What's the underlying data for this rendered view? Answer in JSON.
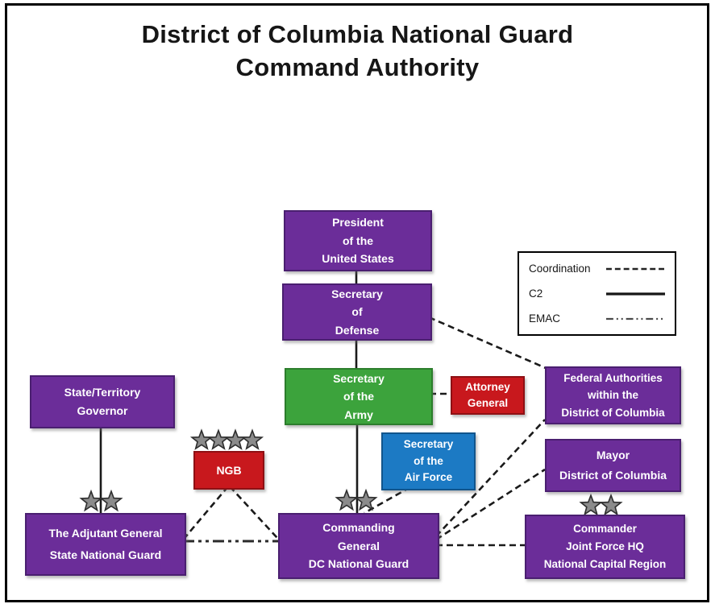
{
  "title": {
    "line1": "District of Columbia National Guard",
    "line2": "Command Authority"
  },
  "colors": {
    "purple": "#6B2D99",
    "green": "#3CA33C",
    "red": "#C8181D",
    "blue": "#1C7AC4",
    "star": "#8B8B8B",
    "star_outline": "#2E2E2E",
    "line": "#1A1A1A"
  },
  "nodes": {
    "president": {
      "lines": [
        "President",
        "of the",
        "United States"
      ],
      "color": "purple",
      "stars": 0
    },
    "sec_defense": {
      "lines": [
        "Secretary",
        "of",
        "Defense"
      ],
      "color": "purple",
      "stars": 0
    },
    "sec_army": {
      "lines": [
        "Secretary",
        "of the",
        "Army"
      ],
      "color": "green",
      "stars": 0
    },
    "attorney_general": {
      "lines": [
        "Attorney",
        "General"
      ],
      "color": "red",
      "stars": 0
    },
    "sec_air_force": {
      "lines": [
        "Secretary",
        "of the",
        "Air Force"
      ],
      "color": "blue",
      "stars": 0
    },
    "ngb": {
      "lines": [
        "NGB"
      ],
      "color": "red",
      "stars": 4
    },
    "governor": {
      "lines": [
        "State/Territory",
        "Governor"
      ],
      "color": "purple",
      "stars": 0
    },
    "adjutant_general": {
      "lines": [
        "The Adjutant General",
        "State National Guard"
      ],
      "color": "purple",
      "stars": 2
    },
    "commanding_general": {
      "lines": [
        "Commanding",
        "General",
        "DC National Guard"
      ],
      "color": "purple",
      "stars": 2
    },
    "federal_authorities": {
      "lines": [
        "Federal Authorities",
        "within the",
        "District of Columbia"
      ],
      "color": "purple",
      "stars": 0
    },
    "mayor": {
      "lines": [
        "Mayor",
        "District of Columbia"
      ],
      "color": "purple",
      "stars": 0
    },
    "commander_jfhq": {
      "lines": [
        "Commander",
        "Joint Force HQ",
        "National Capital Region"
      ],
      "color": "purple",
      "stars": 2
    }
  },
  "legend": {
    "items": [
      {
        "label": "Coordination",
        "style": "dashed"
      },
      {
        "label": "C2",
        "style": "solid"
      },
      {
        "label": "EMAC",
        "style": "dashdot"
      }
    ]
  },
  "connections": [
    {
      "from": "President of the United States",
      "to": "Secretary of Defense",
      "type": "C2"
    },
    {
      "from": "Secretary of Defense",
      "to": "Secretary of the Army",
      "type": "C2"
    },
    {
      "from": "Secretary of the Army",
      "to": "Commanding General DC National Guard",
      "type": "C2"
    },
    {
      "from": "State/Territory Governor",
      "to": "The Adjutant General State National Guard",
      "type": "C2"
    },
    {
      "from": "Secretary of Defense",
      "to": "Federal Authorities within the District of Columbia",
      "type": "Coordination"
    },
    {
      "from": "Secretary of the Army",
      "to": "Attorney General",
      "type": "Coordination"
    },
    {
      "from": "Secretary of the Air Force",
      "to": "Commanding General DC National Guard",
      "type": "Coordination"
    },
    {
      "from": "NGB",
      "to": "The Adjutant General State National Guard",
      "type": "Coordination"
    },
    {
      "from": "NGB",
      "to": "Commanding General DC National Guard",
      "type": "Coordination"
    },
    {
      "from": "Commanding General DC National Guard",
      "to": "Federal Authorities within the District of Columbia",
      "type": "Coordination"
    },
    {
      "from": "Commanding General DC National Guard",
      "to": "Mayor District of Columbia",
      "type": "Coordination"
    },
    {
      "from": "Commanding General DC National Guard",
      "to": "Commander Joint Force HQ National Capital Region",
      "type": "Coordination"
    },
    {
      "from": "The Adjutant General State National Guard",
      "to": "Commanding General DC National Guard",
      "type": "EMAC"
    }
  ]
}
